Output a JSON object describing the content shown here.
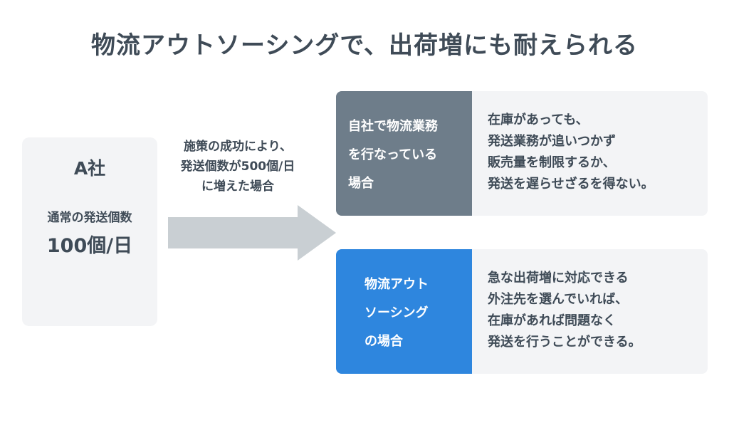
{
  "title": "物流アウトソーシングで、出荷増にも耐えられる",
  "company": {
    "name": "A社",
    "label": "通常の発送個数",
    "value": "100個/日"
  },
  "arrow": {
    "lines": [
      "施策の成功により、",
      "発送個数が500個/日",
      "に増えた場合"
    ],
    "color": "#c9cfd3"
  },
  "cases": [
    {
      "label_lines": [
        "自社で物流業務",
        "を行なっている",
        "場合"
      ],
      "desc_lines": [
        "在庫があっても、",
        "発送業務が追いつかず",
        "販売量を制限するか、",
        "発送を遅らせざるを得ない。"
      ],
      "color": "#6e7d8a"
    },
    {
      "label_lines": [
        "物流アウト",
        "ソーシング",
        "の場合"
      ],
      "desc_lines": [
        "急な出荷増に対応できる",
        "外注先を選んでいれば、",
        "在庫があれば問題なく",
        "発送を行うことができる。"
      ],
      "color": "#2e86de"
    }
  ]
}
